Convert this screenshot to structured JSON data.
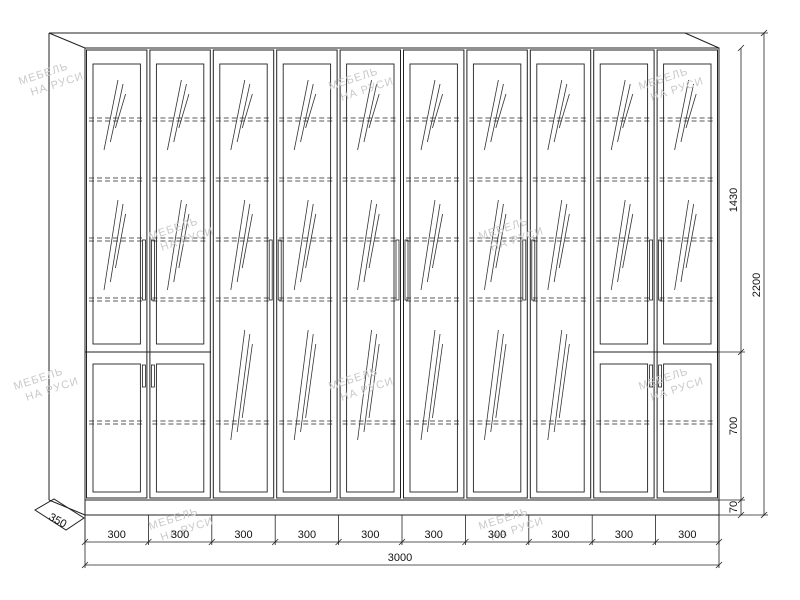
{
  "drawing": {
    "depth_label": "350",
    "door_widths": [
      "300",
      "300",
      "300",
      "300",
      "300",
      "300",
      "300",
      "300",
      "300",
      "300"
    ],
    "total_width": "3000",
    "total_height": "2200",
    "upper_height": "1430",
    "lower_height": "700",
    "plinth_height": "70"
  },
  "watermark": {
    "line1": "МЕБЕЛЬ",
    "line2": "НА РУСИ"
  },
  "colors": {
    "line": "#222222",
    "watermark": "#c9c9c9"
  }
}
